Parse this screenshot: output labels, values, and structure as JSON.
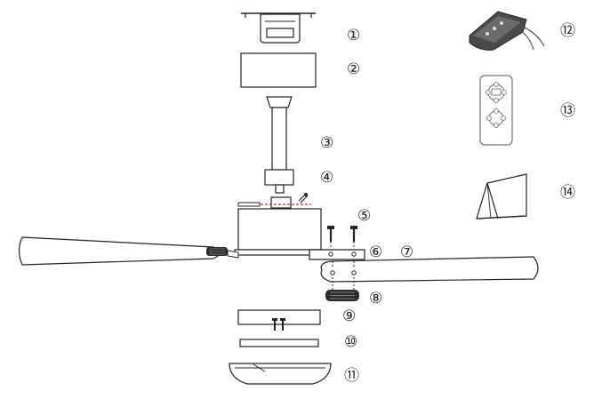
{
  "title": "",
  "labels": {
    "l1": "①",
    "l2": "②",
    "l3": "③",
    "l4": "④",
    "l5": "⑤",
    "l6": "⑥",
    "l7": "⑦",
    "l8": "⑧",
    "l9": "⑨",
    "l10": "⑩",
    "l11": "⑪",
    "l12": "⑫",
    "l13": "⑬",
    "l14": "⑭"
  },
  "colors": {
    "line": "#222222",
    "accent": "#d9262a",
    "fill_dark": "#2b2b2b"
  }
}
